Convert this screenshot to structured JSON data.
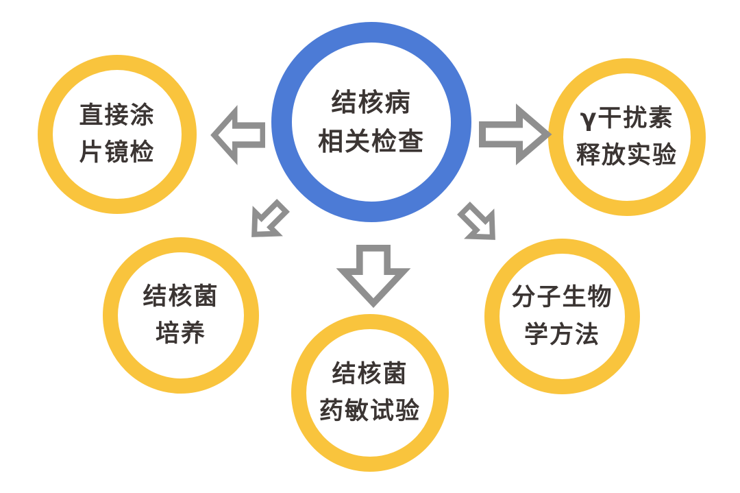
{
  "diagram": {
    "type": "hub-and-spoke",
    "colors": {
      "center_ring": "#4C7BD6",
      "node_ring": "#F9C43D",
      "arrow": "#8F8F8F",
      "text": "#3B3533",
      "background": "#FFFFFF"
    },
    "center": {
      "id": "tb-related-tests",
      "label": "结核病\n相关检查"
    },
    "nodes": [
      {
        "id": "direct-smear",
        "position": "top-left",
        "label": "直接涂\n片镜检"
      },
      {
        "id": "igra",
        "position": "top-right",
        "label": "γ干扰素\n释放实验"
      },
      {
        "id": "tb-culture",
        "position": "middle-left",
        "label": "结核菌\n培养"
      },
      {
        "id": "drug-sensitivity",
        "position": "bottom",
        "label": "结核菌\n药敏试验"
      },
      {
        "id": "molecular-biology",
        "position": "middle-right",
        "label": "分子生物\n学方法"
      }
    ],
    "arrows": [
      {
        "direction": "left",
        "from": "tb-related-tests",
        "to": "direct-smear"
      },
      {
        "direction": "right",
        "from": "tb-related-tests",
        "to": "igra"
      },
      {
        "direction": "down-left",
        "from": "tb-related-tests",
        "to": "tb-culture"
      },
      {
        "direction": "down",
        "from": "tb-related-tests",
        "to": "drug-sensitivity"
      },
      {
        "direction": "down-right",
        "from": "tb-related-tests",
        "to": "molecular-biology"
      }
    ]
  }
}
